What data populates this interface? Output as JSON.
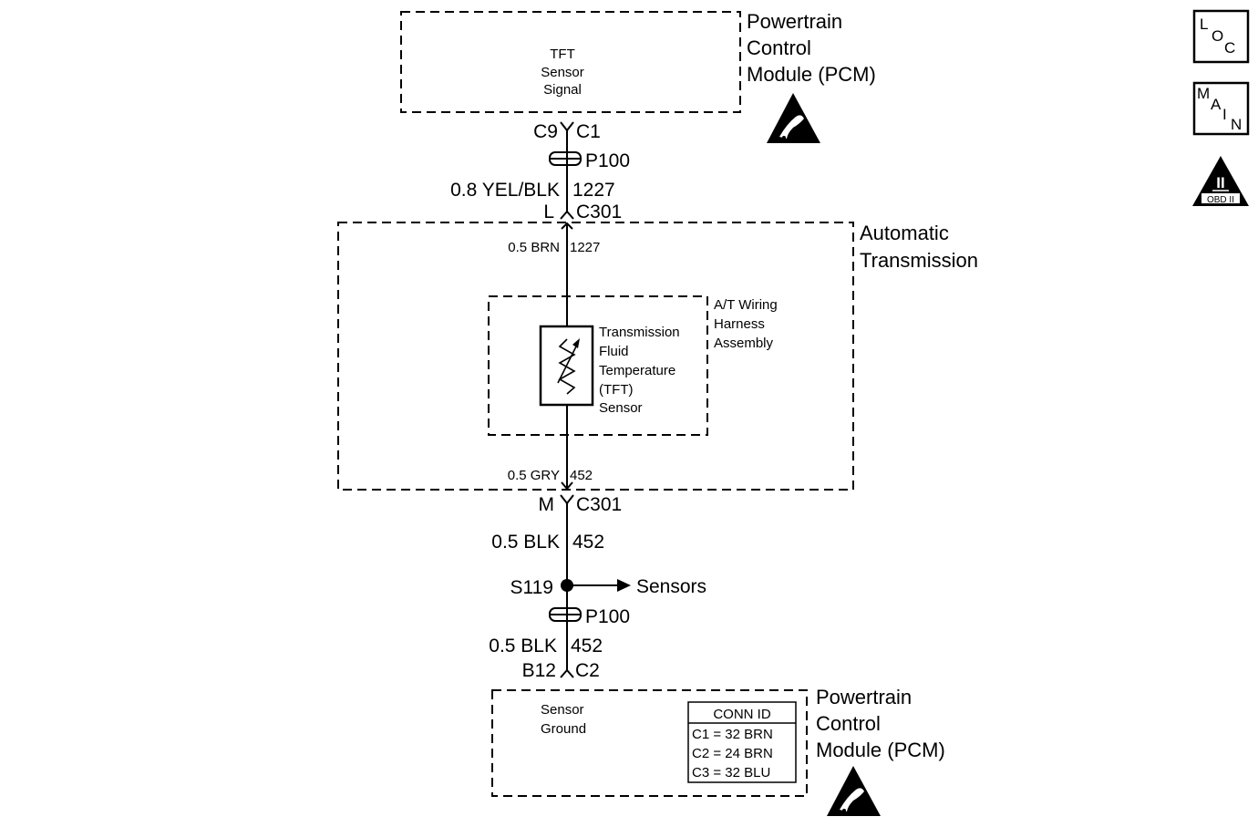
{
  "pcm_top": {
    "title_lines": [
      "Powertrain",
      "Control",
      "Module (PCM)"
    ],
    "signal_lines": [
      "TFT",
      "Sensor",
      "Signal"
    ]
  },
  "connectors": {
    "top_pin_left": "C9",
    "top_pin_right": "C1",
    "p100_top": "P100",
    "wire_top": "0.8 YEL/BLK",
    "circuit_top": "1227",
    "c301_top_pin": "L",
    "c301_top": "C301",
    "wire_inner_top": "0.5 BRN",
    "circuit_inner_top": "1227",
    "wire_inner_bottom": "0.5 GRY",
    "circuit_inner_bottom": "452",
    "c301_bottom_pin": "M",
    "c301_bottom": "C301",
    "wire_mid": "0.5 BLK",
    "circuit_mid": "452",
    "splice": "S119",
    "splice_dest": "Sensors",
    "p100_bottom": "P100",
    "wire_bottom": "0.5 BLK",
    "circuit_bottom": "452",
    "bottom_pin_left": "B12",
    "bottom_pin_right": "C2"
  },
  "transmission": {
    "title_lines": [
      "Automatic",
      "Transmission"
    ],
    "harness_lines": [
      "A/T Wiring",
      "Harness",
      "Assembly"
    ],
    "sensor_lines": [
      "Transmission",
      "Fluid",
      "Temperature",
      "(TFT)",
      "Sensor"
    ]
  },
  "pcm_bottom": {
    "title_lines": [
      "Powertrain",
      "Control",
      "Module (PCM)"
    ],
    "ground_lines": [
      "Sensor",
      "Ground"
    ],
    "conn_id_title": "CONN ID",
    "conn_id_rows": [
      "C1 = 32 BRN",
      "C2 = 24 BRN",
      "C3 = 32 BLU"
    ]
  },
  "side_icons": {
    "loc": [
      "L",
      "O",
      "C"
    ],
    "main": [
      "M",
      "A",
      "I",
      "N"
    ],
    "obd": [
      "II",
      "OBD II"
    ]
  }
}
